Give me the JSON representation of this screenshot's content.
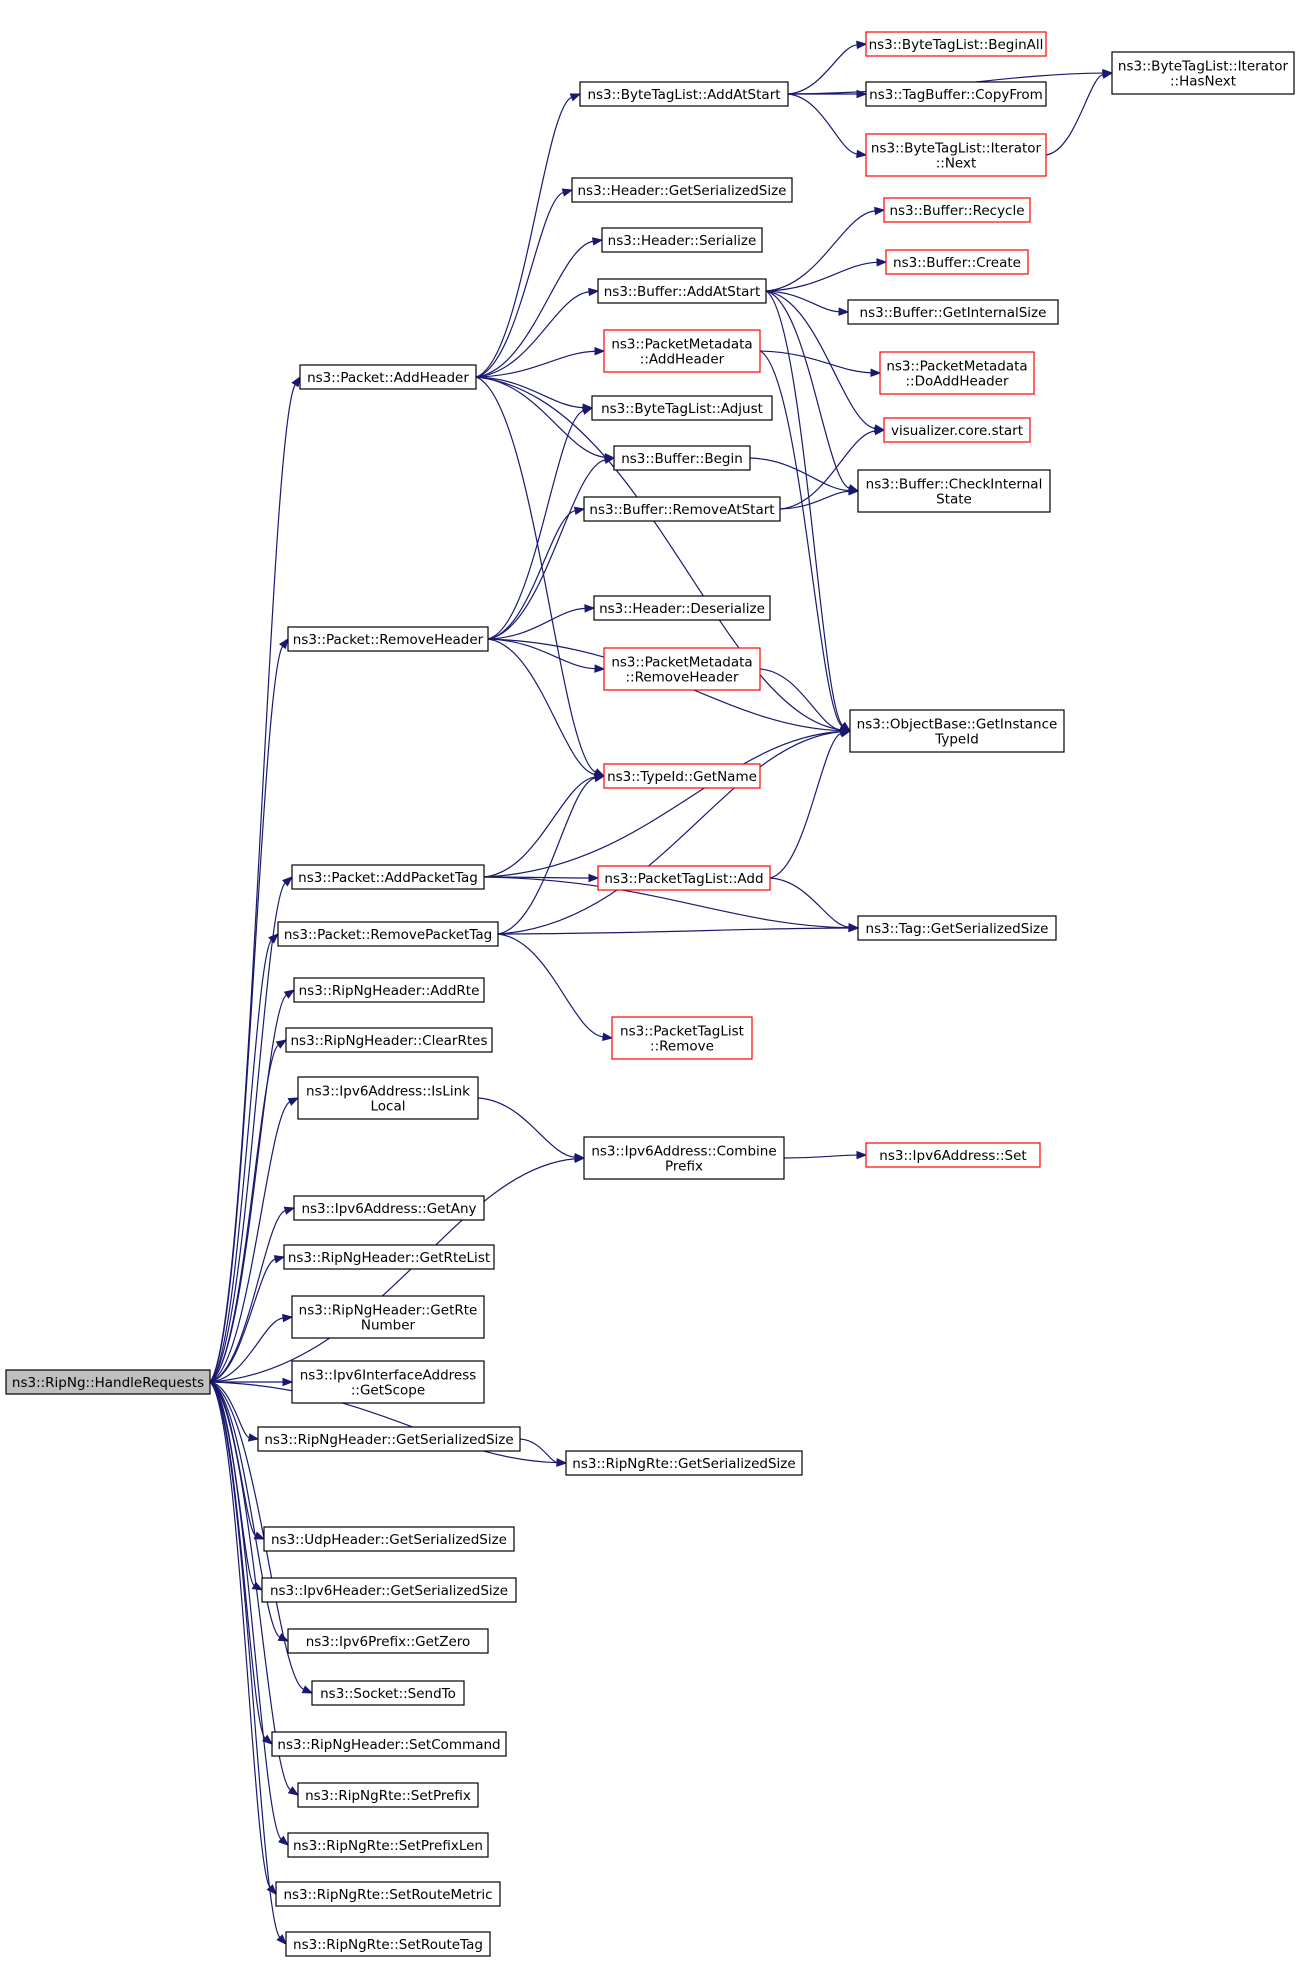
{
  "nodes": [
    {
      "id": "root",
      "lines": [
        "ns3::RipNg::HandleRequests"
      ],
      "style": "root"
    },
    {
      "id": "addHeader",
      "lines": [
        "ns3::Packet::AddHeader"
      ],
      "style": "normal"
    },
    {
      "id": "removeHeader",
      "lines": [
        "ns3::Packet::RemoveHeader"
      ],
      "style": "normal"
    },
    {
      "id": "addPacketTag",
      "lines": [
        "ns3::Packet::AddPacketTag"
      ],
      "style": "normal"
    },
    {
      "id": "removePacketTag",
      "lines": [
        "ns3::Packet::RemovePacketTag"
      ],
      "style": "normal"
    },
    {
      "id": "addRte",
      "lines": [
        "ns3::RipNgHeader::AddRte"
      ],
      "style": "normal"
    },
    {
      "id": "clearRtes",
      "lines": [
        "ns3::RipNgHeader::ClearRtes"
      ],
      "style": "normal"
    },
    {
      "id": "isLinkLocal",
      "lines": [
        "ns3::Ipv6Address::IsLink",
        "Local"
      ],
      "style": "normal"
    },
    {
      "id": "getAny",
      "lines": [
        "ns3::Ipv6Address::GetAny"
      ],
      "style": "normal"
    },
    {
      "id": "getRteList",
      "lines": [
        "ns3::RipNgHeader::GetRteList"
      ],
      "style": "normal"
    },
    {
      "id": "getRteNumber",
      "lines": [
        "ns3::RipNgHeader::GetRte",
        "Number"
      ],
      "style": "normal"
    },
    {
      "id": "getScope",
      "lines": [
        "ns3::Ipv6InterfaceAddress",
        "::GetScope"
      ],
      "style": "normal"
    },
    {
      "id": "ripHdrSize",
      "lines": [
        "ns3::RipNgHeader::GetSerializedSize"
      ],
      "style": "normal"
    },
    {
      "id": "udpSize",
      "lines": [
        "ns3::UdpHeader::GetSerializedSize"
      ],
      "style": "normal"
    },
    {
      "id": "ipv6HdrSize",
      "lines": [
        "ns3::Ipv6Header::GetSerializedSize"
      ],
      "style": "normal"
    },
    {
      "id": "getZero",
      "lines": [
        "ns3::Ipv6Prefix::GetZero"
      ],
      "style": "normal"
    },
    {
      "id": "sendTo",
      "lines": [
        "ns3::Socket::SendTo"
      ],
      "style": "normal"
    },
    {
      "id": "setCommand",
      "lines": [
        "ns3::RipNgHeader::SetCommand"
      ],
      "style": "normal"
    },
    {
      "id": "setPrefix",
      "lines": [
        "ns3::RipNgRte::SetPrefix"
      ],
      "style": "normal"
    },
    {
      "id": "setPrefixLen",
      "lines": [
        "ns3::RipNgRte::SetPrefixLen"
      ],
      "style": "normal"
    },
    {
      "id": "setRouteMetric",
      "lines": [
        "ns3::RipNgRte::SetRouteMetric"
      ],
      "style": "normal"
    },
    {
      "id": "setRouteTag",
      "lines": [
        "ns3::RipNgRte::SetRouteTag"
      ],
      "style": "normal"
    },
    {
      "id": "btlAddAtStart",
      "lines": [
        "ns3::ByteTagList::AddAtStart"
      ],
      "style": "normal"
    },
    {
      "id": "hdrGetSerSize",
      "lines": [
        "ns3::Header::GetSerializedSize"
      ],
      "style": "normal"
    },
    {
      "id": "hdrSerialize",
      "lines": [
        "ns3::Header::Serialize"
      ],
      "style": "normal"
    },
    {
      "id": "bufAddAtStart",
      "lines": [
        "ns3::Buffer::AddAtStart"
      ],
      "style": "normal"
    },
    {
      "id": "pmAddHeader",
      "lines": [
        "ns3::PacketMetadata",
        "::AddHeader"
      ],
      "style": "red"
    },
    {
      "id": "btlAdjust",
      "lines": [
        "ns3::ByteTagList::Adjust"
      ],
      "style": "normal"
    },
    {
      "id": "bufBegin",
      "lines": [
        "ns3::Buffer::Begin"
      ],
      "style": "normal"
    },
    {
      "id": "bufRemoveAtStart",
      "lines": [
        "ns3::Buffer::RemoveAtStart"
      ],
      "style": "normal"
    },
    {
      "id": "hdrDeserialize",
      "lines": [
        "ns3::Header::Deserialize"
      ],
      "style": "normal"
    },
    {
      "id": "pmRemoveHeader",
      "lines": [
        "ns3::PacketMetadata",
        "::RemoveHeader"
      ],
      "style": "red"
    },
    {
      "id": "typeIdGetName",
      "lines": [
        "ns3::TypeId::GetName"
      ],
      "style": "red"
    },
    {
      "id": "ptlAdd",
      "lines": [
        "ns3::PacketTagList::Add"
      ],
      "style": "red"
    },
    {
      "id": "ptlRemove",
      "lines": [
        "ns3::PacketTagList",
        "::Remove"
      ],
      "style": "red"
    },
    {
      "id": "combinePrefix",
      "lines": [
        "ns3::Ipv6Address::Combine",
        "Prefix"
      ],
      "style": "normal"
    },
    {
      "id": "rteSize",
      "lines": [
        "ns3::RipNgRte::GetSerializedSize"
      ],
      "style": "normal"
    },
    {
      "id": "btlBeginAll",
      "lines": [
        "ns3::ByteTagList::BeginAll"
      ],
      "style": "red"
    },
    {
      "id": "tbCopyFrom",
      "lines": [
        "ns3::TagBuffer::CopyFrom"
      ],
      "style": "normal"
    },
    {
      "id": "btlIterNext",
      "lines": [
        "ns3::ByteTagList::Iterator",
        "::Next"
      ],
      "style": "red"
    },
    {
      "id": "bufRecycle",
      "lines": [
        "ns3::Buffer::Recycle"
      ],
      "style": "red"
    },
    {
      "id": "bufCreate",
      "lines": [
        "ns3::Buffer::Create"
      ],
      "style": "red"
    },
    {
      "id": "bufGetInternalSize",
      "lines": [
        "ns3::Buffer::GetInternalSize"
      ],
      "style": "normal"
    },
    {
      "id": "pmDoAddHeader",
      "lines": [
        "ns3::PacketMetadata",
        "::DoAddHeader"
      ],
      "style": "red"
    },
    {
      "id": "vizStart",
      "lines": [
        "visualizer.core.start"
      ],
      "style": "red"
    },
    {
      "id": "bufCheckInternal",
      "lines": [
        "ns3::Buffer::CheckInternal",
        "State"
      ],
      "style": "normal"
    },
    {
      "id": "objGetInstanceTypeId",
      "lines": [
        "ns3::ObjectBase::GetInstance",
        "TypeId"
      ],
      "style": "normal"
    },
    {
      "id": "tagGetSerSize",
      "lines": [
        "ns3::Tag::GetSerializedSize"
      ],
      "style": "normal"
    },
    {
      "id": "ipv6AddrSet",
      "lines": [
        "ns3::Ipv6Address::Set"
      ],
      "style": "red"
    },
    {
      "id": "btlIterHasNext",
      "lines": [
        "ns3::ByteTagList::Iterator",
        "::HasNext"
      ],
      "style": "normal"
    }
  ],
  "edges": [
    [
      "root",
      "addHeader"
    ],
    [
      "root",
      "removeHeader"
    ],
    [
      "root",
      "addPacketTag"
    ],
    [
      "root",
      "removePacketTag"
    ],
    [
      "root",
      "addRte"
    ],
    [
      "root",
      "clearRtes"
    ],
    [
      "root",
      "isLinkLocal"
    ],
    [
      "root",
      "combinePrefix"
    ],
    [
      "root",
      "getAny"
    ],
    [
      "root",
      "getRteList"
    ],
    [
      "root",
      "getRteNumber"
    ],
    [
      "root",
      "getScope"
    ],
    [
      "root",
      "ripHdrSize"
    ],
    [
      "root",
      "rteSize"
    ],
    [
      "root",
      "udpSize"
    ],
    [
      "root",
      "ipv6HdrSize"
    ],
    [
      "root",
      "getZero"
    ],
    [
      "root",
      "sendTo"
    ],
    [
      "root",
      "setCommand"
    ],
    [
      "root",
      "setPrefix"
    ],
    [
      "root",
      "setPrefixLen"
    ],
    [
      "root",
      "setRouteMetric"
    ],
    [
      "root",
      "setRouteTag"
    ],
    [
      "addHeader",
      "btlAddAtStart"
    ],
    [
      "addHeader",
      "hdrGetSerSize"
    ],
    [
      "addHeader",
      "hdrSerialize"
    ],
    [
      "addHeader",
      "bufAddAtStart"
    ],
    [
      "addHeader",
      "pmAddHeader"
    ],
    [
      "addHeader",
      "btlAdjust"
    ],
    [
      "addHeader",
      "bufBegin"
    ],
    [
      "addHeader",
      "objGetInstanceTypeId"
    ],
    [
      "addHeader",
      "typeIdGetName"
    ],
    [
      "removeHeader",
      "btlAdjust"
    ],
    [
      "removeHeader",
      "bufBegin"
    ],
    [
      "removeHeader",
      "bufRemoveAtStart"
    ],
    [
      "removeHeader",
      "hdrDeserialize"
    ],
    [
      "removeHeader",
      "pmRemoveHeader"
    ],
    [
      "removeHeader",
      "objGetInstanceTypeId"
    ],
    [
      "removeHeader",
      "typeIdGetName"
    ],
    [
      "addPacketTag",
      "typeIdGetName"
    ],
    [
      "addPacketTag",
      "objGetInstanceTypeId"
    ],
    [
      "addPacketTag",
      "ptlAdd"
    ],
    [
      "addPacketTag",
      "tagGetSerSize"
    ],
    [
      "removePacketTag",
      "typeIdGetName"
    ],
    [
      "removePacketTag",
      "objGetInstanceTypeId"
    ],
    [
      "removePacketTag",
      "ptlRemove"
    ],
    [
      "removePacketTag",
      "tagGetSerSize"
    ],
    [
      "isLinkLocal",
      "combinePrefix"
    ],
    [
      "ripHdrSize",
      "rteSize"
    ],
    [
      "combinePrefix",
      "ipv6AddrSet"
    ],
    [
      "btlAddAtStart",
      "btlIterHasNext"
    ],
    [
      "btlAddAtStart",
      "btlBeginAll"
    ],
    [
      "btlAddAtStart",
      "tbCopyFrom"
    ],
    [
      "btlAddAtStart",
      "btlIterNext"
    ],
    [
      "btlIterNext",
      "btlIterHasNext"
    ],
    [
      "bufAddAtStart",
      "bufRecycle"
    ],
    [
      "bufAddAtStart",
      "bufCreate"
    ],
    [
      "bufAddAtStart",
      "bufGetInternalSize"
    ],
    [
      "bufAddAtStart",
      "vizStart"
    ],
    [
      "bufAddAtStart",
      "bufCheckInternal"
    ],
    [
      "bufAddAtStart",
      "objGetInstanceTypeId"
    ],
    [
      "pmAddHeader",
      "pmDoAddHeader"
    ],
    [
      "pmAddHeader",
      "objGetInstanceTypeId"
    ],
    [
      "bufBegin",
      "bufCheckInternal"
    ],
    [
      "bufRemoveAtStart",
      "vizStart"
    ],
    [
      "bufRemoveAtStart",
      "bufCheckInternal"
    ],
    [
      "pmRemoveHeader",
      "objGetInstanceTypeId"
    ],
    [
      "ptlAdd",
      "objGetInstanceTypeId"
    ],
    [
      "ptlAdd",
      "tagGetSerSize"
    ]
  ]
}
